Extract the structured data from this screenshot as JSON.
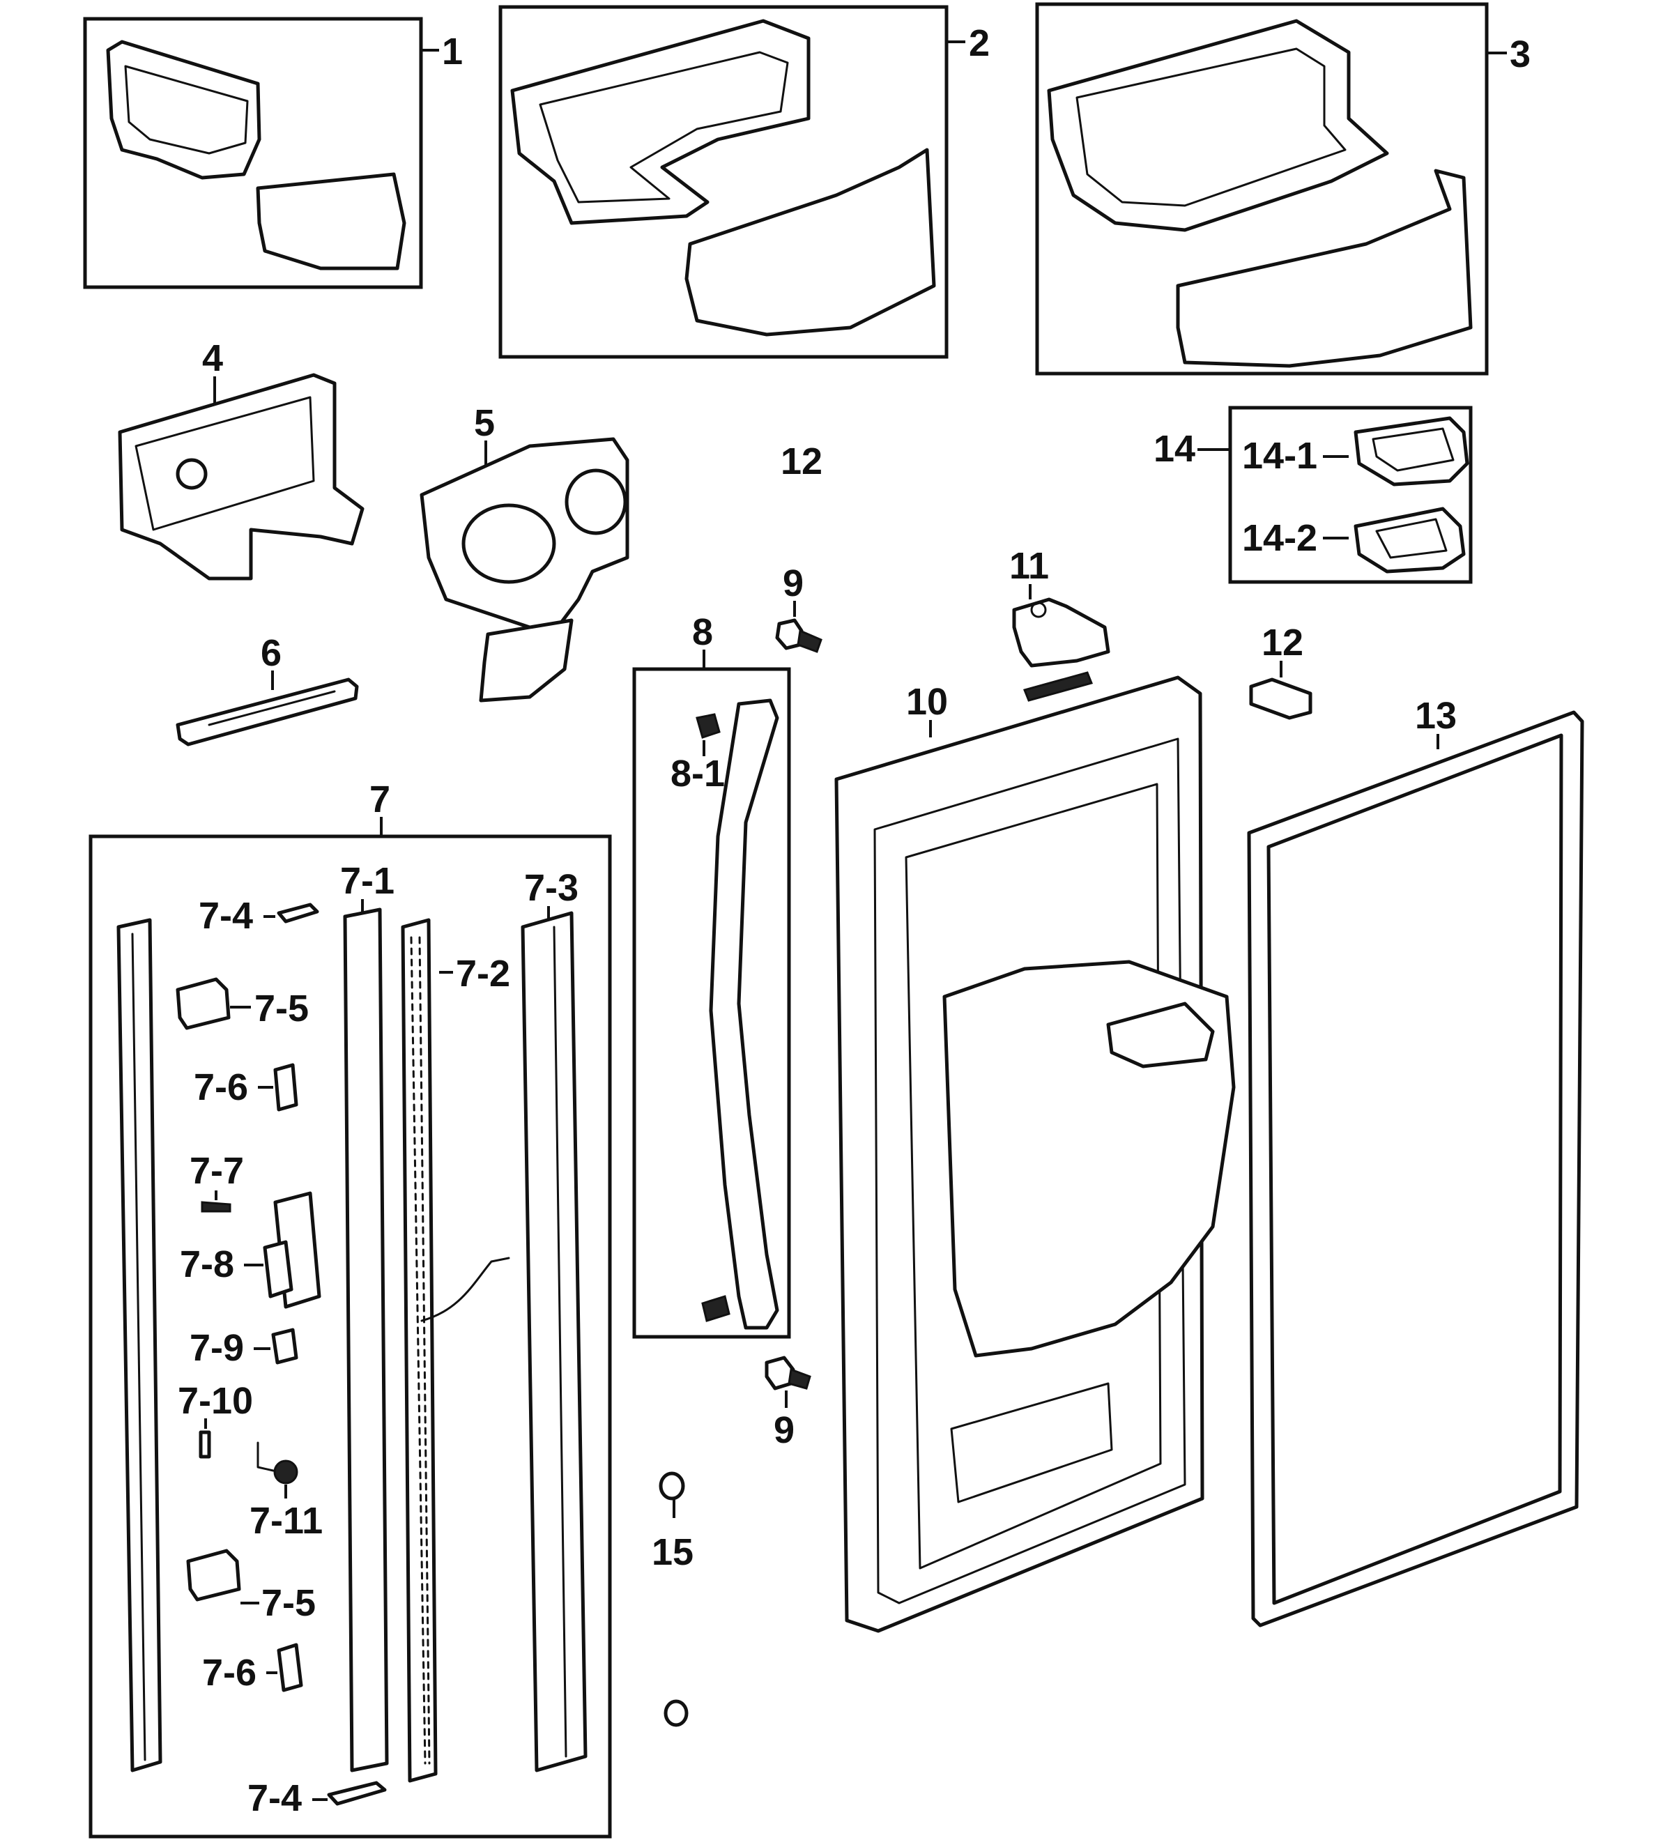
{
  "callouts": {
    "c1": "1",
    "c2": "2",
    "c3": "3",
    "c4": "4",
    "c5": "5",
    "c6": "6",
    "c7": "7",
    "c7_1": "7-1",
    "c7_2": "7-2",
    "c7_3": "7-3",
    "c7_4a": "7-4",
    "c7_4b": "7-4",
    "c7_5a": "7-5",
    "c7_5b": "7-5",
    "c7_6a": "7-6",
    "c7_6b": "7-6",
    "c7_7": "7-7",
    "c7_8": "7-8",
    "c7_9": "7-9",
    "c7_10": "7-10",
    "c7_11": "7-11",
    "c8": "8",
    "c8_1": "8-1",
    "c9a": "9",
    "c9b": "9",
    "c10": "10",
    "c11": "11",
    "c12a": "12",
    "c12b": "12",
    "c13": "13",
    "c14": "14",
    "c14_1": "14-1",
    "c14_2": "14-2",
    "c15": "15"
  }
}
